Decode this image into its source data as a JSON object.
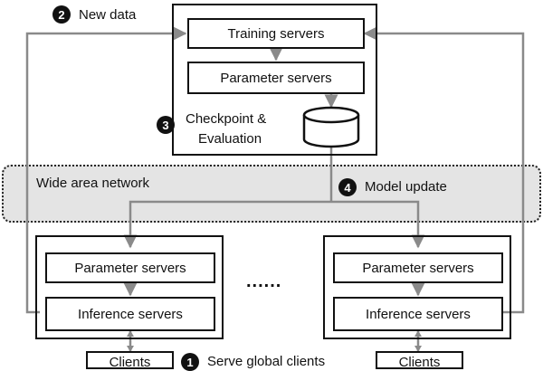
{
  "wan_label": "Wide area network",
  "steps": {
    "new_data": {
      "number": "2",
      "label": "New data"
    },
    "checkpoint": {
      "number": "3",
      "label_line1": "Checkpoint &",
      "label_line2": "Evaluation"
    },
    "model_update": {
      "number": "4",
      "label": "Model update"
    },
    "serve": {
      "number": "1",
      "label": "Serve global clients"
    }
  },
  "central": {
    "training": "Training servers",
    "parameter": "Parameter servers"
  },
  "region_left": {
    "parameter": "Parameter servers",
    "inference": "Inference servers",
    "clients": "Clients"
  },
  "region_right": {
    "parameter": "Parameter servers",
    "inference": "Inference servers",
    "clients": "Clients"
  },
  "ellipsis": "......",
  "colors": {
    "connector": "#8a8a8a",
    "wan_fill": "#e4e4e4",
    "stroke": "#111111"
  }
}
